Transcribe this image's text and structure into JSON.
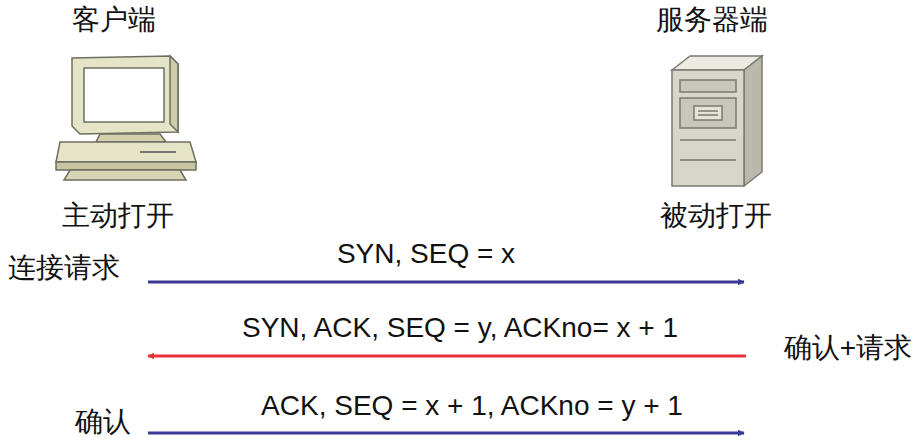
{
  "diagram": {
    "labels": [
      "客户端",
      "服务器端",
      "主动打开",
      "被动打开",
      "连接请求",
      "SYN, SEQ = x",
      "SYN, ACK, SEQ = y, ACKno= x + 1",
      "确认+请求",
      "确认",
      "ACK, SEQ = x + 1, ACKno = y + 1"
    ]
  }
}
